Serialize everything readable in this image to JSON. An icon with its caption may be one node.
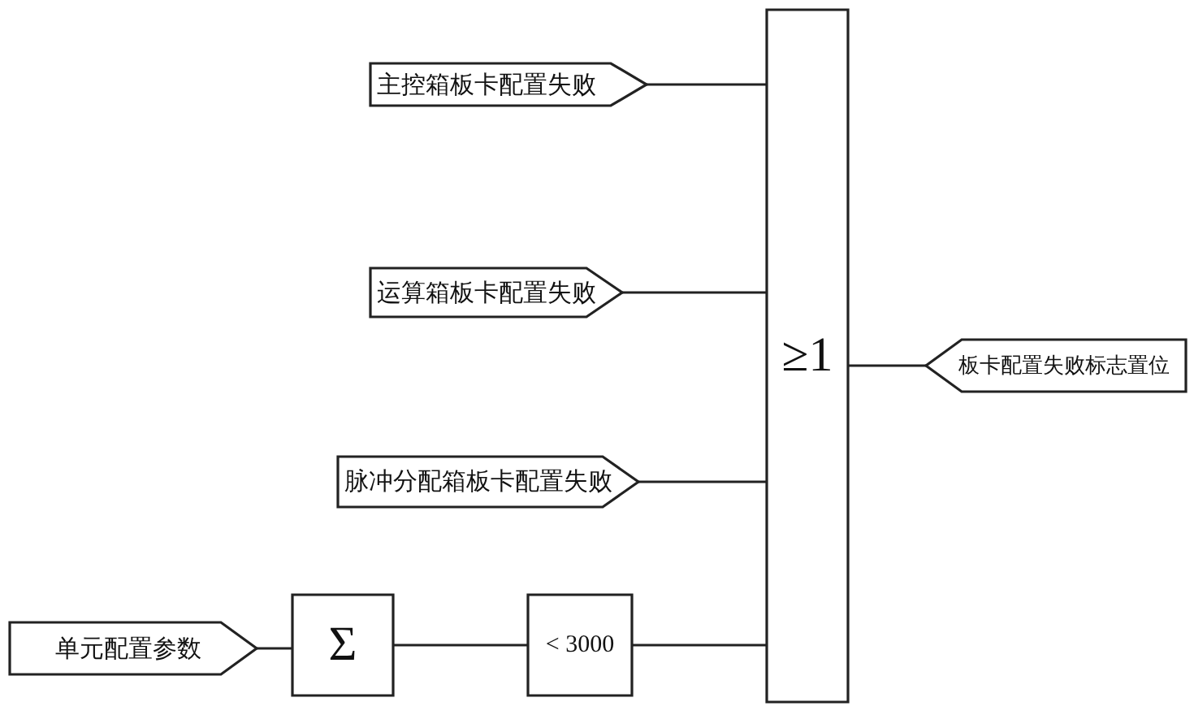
{
  "diagram": {
    "nodes": [
      {
        "text": [
          "主控箱板卡配置失败"
        ]
      },
      {
        "text": [
          "运算箱板卡配置失败"
        ]
      },
      {
        "text": [
          "脉冲分配箱板卡配置失败"
        ]
      },
      {
        "text": [
          "单元配置参数"
        ]
      },
      {
        "text": [
          "Σ"
        ]
      },
      {
        "text": [
          "< 3000"
        ]
      },
      {
        "text": [
          "≥1"
        ]
      },
      {
        "text": [
          "板卡配置失败标志置位"
        ]
      }
    ],
    "edges": [
      {
        "from": 0,
        "to": 6,
        "arrow": "none"
      },
      {
        "from": 1,
        "to": 6,
        "arrow": "none"
      },
      {
        "from": 2,
        "to": 6,
        "arrow": "none"
      },
      {
        "from": 3,
        "to": 4,
        "arrow": "none"
      },
      {
        "from": 4,
        "to": 5,
        "arrow": "none"
      },
      {
        "from": 5,
        "to": 6,
        "arrow": "none"
      },
      {
        "from": 6,
        "to": 7,
        "arrow": "none"
      }
    ]
  }
}
